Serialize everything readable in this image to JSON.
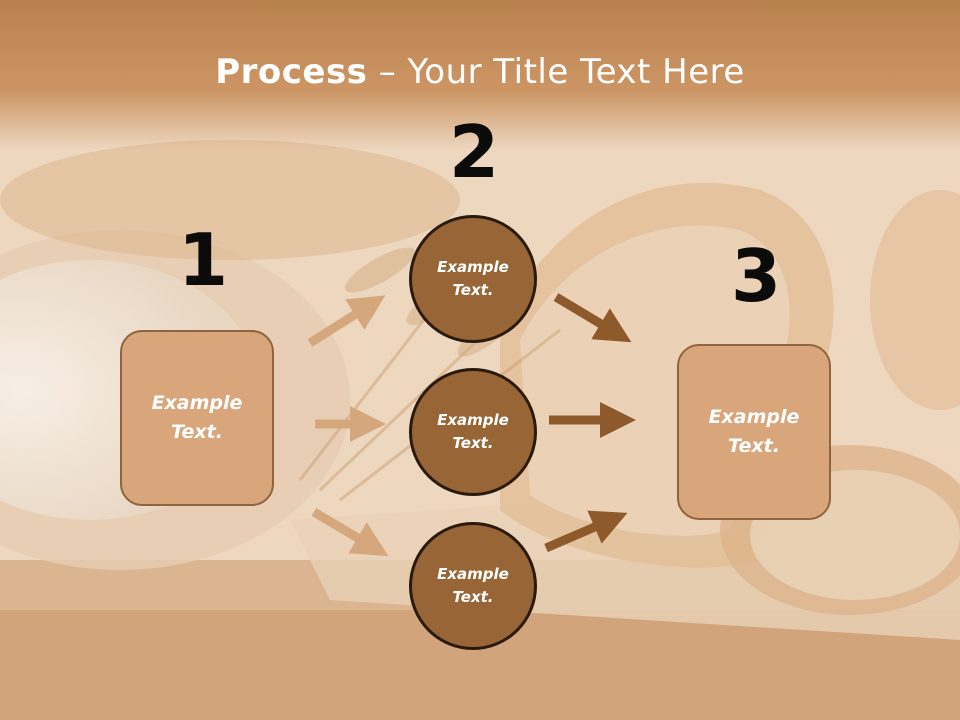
{
  "slide": {
    "title_bold": "Process",
    "title_rest": " – Your Title Text Here",
    "numbers": {
      "one": "1",
      "two": "2",
      "three": "3"
    },
    "left_box": {
      "line1": "Example",
      "line2": "Text."
    },
    "right_box": {
      "line1": "Example",
      "line2": "Text."
    },
    "circles": [
      {
        "line1": "Example",
        "line2": "Text."
      },
      {
        "line1": "Example",
        "line2": "Text."
      },
      {
        "line1": "Example",
        "line2": "Text."
      }
    ]
  },
  "colors": {
    "box_fill": "#d8a67a",
    "circle_fill": "#986536",
    "left_arrow": "#d4a77c",
    "right_arrow": "#8f5a2b"
  }
}
